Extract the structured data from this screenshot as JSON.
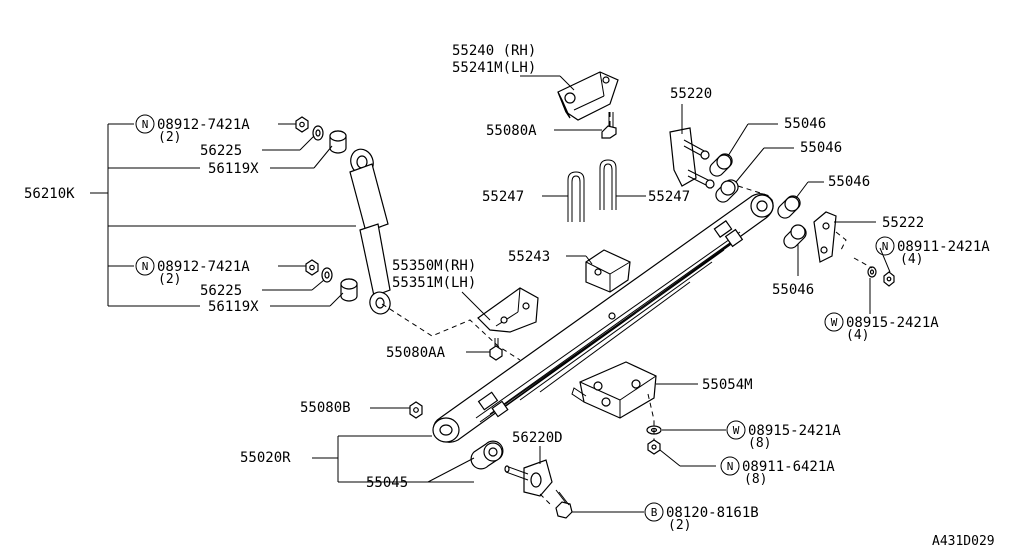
{
  "labels": {
    "bracket_rh": "55240 (RH)",
    "bracket_lh": "55241M(LH)",
    "bolt_55080a": "55080A",
    "shackle_pin": "55220",
    "bush_55046_a": "55046",
    "bush_55046_b": "55046",
    "bush_55046_c": "55046",
    "bush_55046_d": "55046",
    "shackle_plate": "55222",
    "ubolt_left": "55247",
    "ubolt_right": "55247",
    "spring_seat": "55243",
    "pad_rh": "55350M(RH)",
    "pad_lh": "55351M(LH)",
    "bolt_55080aa": "55080AA",
    "plate_55054m": "55054M",
    "nut_55080b": "55080B",
    "spring_assy": "55020R",
    "bush_55045": "55045",
    "pin_56220d": "56220D",
    "shock_assy": "56210K",
    "bushing_56225_upper": "56225",
    "bushing_56119x_upper": "56119X",
    "bushing_56225_lower": "56225",
    "bushing_56119x_lower": "56119X"
  },
  "callouts": {
    "nut_upper": {
      "prefix": "N",
      "number": "08912-7421A",
      "qty": "(2)"
    },
    "nut_lower": {
      "prefix": "N",
      "number": "08912-7421A",
      "qty": "(2)"
    },
    "nut_shackle": {
      "prefix": "N",
      "number": "08911-2421A",
      "qty": "(4)"
    },
    "washer_shackle": {
      "prefix": "W",
      "number": "08915-2421A",
      "qty": "(4)"
    },
    "washer_ubolt": {
      "prefix": "W",
      "number": "08915-2421A",
      "qty": "(8)"
    },
    "nut_ubolt": {
      "prefix": "N",
      "number": "08911-6421A",
      "qty": "(8)"
    },
    "bolt_front": {
      "prefix": "B",
      "number": "08120-8161B",
      "qty": "(2)"
    }
  },
  "ref_code": "A431D029"
}
